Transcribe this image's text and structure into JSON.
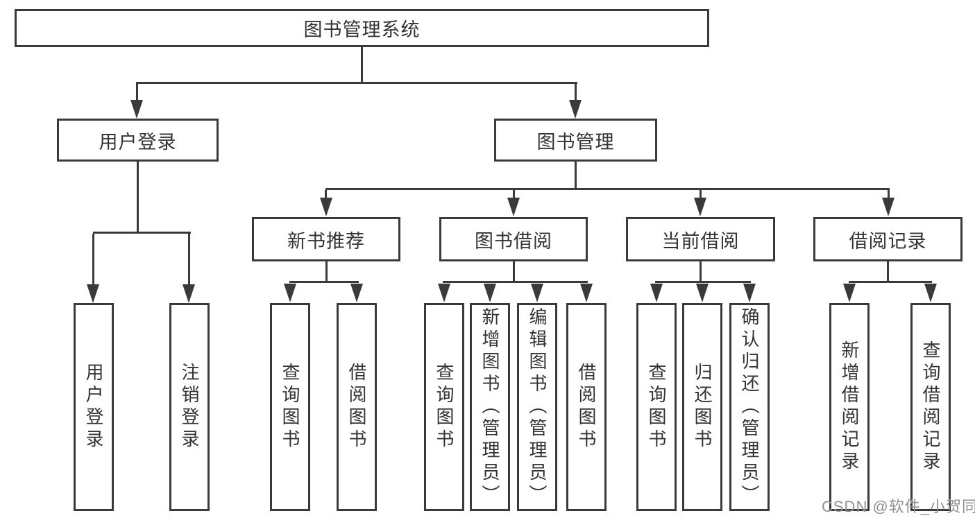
{
  "diagram": {
    "title": "图书管理系统",
    "root": {
      "label": "图书管理系统"
    },
    "level2": [
      {
        "label": "用户登录"
      },
      {
        "label": "图书管理"
      }
    ],
    "level3": [
      {
        "label": "新书推荐",
        "parent": "图书管理"
      },
      {
        "label": "图书借阅",
        "parent": "图书管理"
      },
      {
        "label": "当前借阅",
        "parent": "图书管理"
      },
      {
        "label": "借阅记录",
        "parent": "图书管理"
      }
    ],
    "leaves": [
      {
        "label": "用户登录",
        "parent": "用户登录"
      },
      {
        "label": "注销登录",
        "parent": "用户登录"
      },
      {
        "label": "查询图书",
        "parent": "新书推荐"
      },
      {
        "label": "借阅图书",
        "parent": "新书推荐"
      },
      {
        "label": "查询图书",
        "parent": "图书借阅"
      },
      {
        "label": "新增图书（管理员）",
        "parent": "图书借阅"
      },
      {
        "label": "编辑图书（管理员）",
        "parent": "图书借阅"
      },
      {
        "label": "借阅图书",
        "parent": "图书借阅"
      },
      {
        "label": "查询图书",
        "parent": "当前借阅"
      },
      {
        "label": "归还图书",
        "parent": "当前借阅"
      },
      {
        "label": "确认归还（管理员）",
        "parent": "当前借阅"
      },
      {
        "label": "新增借阅记录",
        "parent": "借阅记录"
      },
      {
        "label": "查询借阅记录",
        "parent": "借阅记录"
      }
    ],
    "watermark": "CSDN @软件_小贺同学",
    "colors": {
      "line": "#3a3a3a",
      "text": "#333333",
      "background": "#ffffff",
      "watermark": "#8f8f8f"
    }
  }
}
